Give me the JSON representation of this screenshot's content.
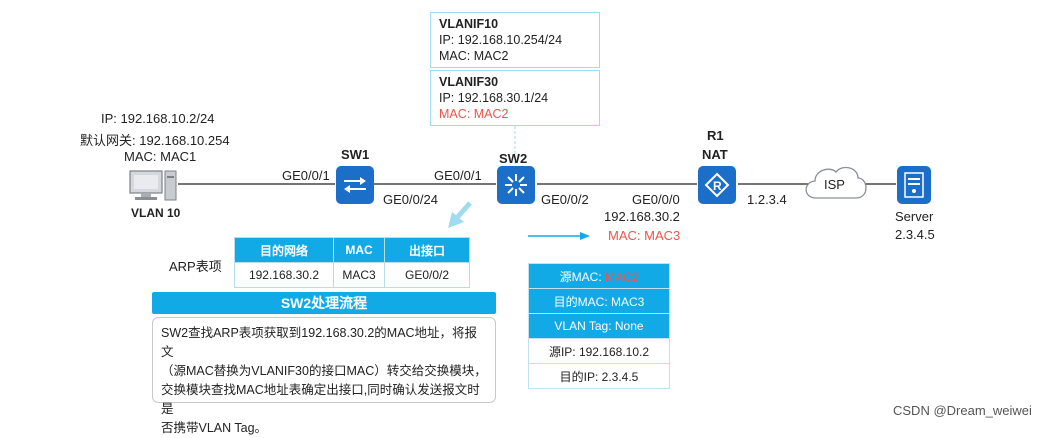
{
  "pc": {
    "ip": "IP: 192.168.10.2/24",
    "gateway": "默认网关: 192.168.10.254",
    "mac": "MAC: MAC1",
    "vlan": "VLAN 10"
  },
  "sw1": {
    "name": "SW1",
    "port_left": "GE0/0/1",
    "port_right": "GE0/0/24"
  },
  "sw2": {
    "name": "SW2",
    "port_left": "GE0/0/1",
    "port_right": "GE0/0/2",
    "vlanif10": {
      "title": "VLANIF10",
      "ip": "IP: 192.168.10.254/24",
      "mac": "MAC: MAC2"
    },
    "vlanif30": {
      "title": "VLANIF30",
      "ip": "IP: 192.168.30.1/24",
      "mac": "MAC: MAC2"
    }
  },
  "r1": {
    "name": "R1",
    "nat": "NAT",
    "port": "GE0/0/0",
    "ip": "192.168.30.2",
    "mac": "MAC: MAC3",
    "wan_ip": "1.2.3.4"
  },
  "isp": {
    "label": "ISP"
  },
  "server": {
    "name": "Server",
    "ip": "2.3.4.5"
  },
  "arp": {
    "label": "ARP表项",
    "headers": [
      "目的网络",
      "MAC",
      "出接口"
    ],
    "row": [
      "192.168.30.2",
      "MAC3",
      "GE0/0/2"
    ]
  },
  "process": {
    "title": "SW2处理流程",
    "lines": [
      "SW2查找ARP表项获取到192.168.30.2的MAC地址，将报文",
      "（源MAC替换为VLANIF30的接口MAC）转交给交换模块，",
      "交换模块查找MAC地址表确定出接口,同时确认发送报文时是",
      "否携带VLAN Tag。"
    ]
  },
  "packet": {
    "src_mac_prefix": "源MAC: ",
    "src_mac_value": "MAC2",
    "dst_mac": "目的MAC: MAC3",
    "vlan_tag": "VLAN Tag: None",
    "src_ip": "源IP: 192.168.10.2",
    "dst_ip": "目的IP: 2.3.4.5"
  },
  "watermark": "CSDN @Dream_weiwei",
  "colors": {
    "accent": "#12aae6",
    "device": "#1b6fc9",
    "highlight": "#e8574e"
  }
}
